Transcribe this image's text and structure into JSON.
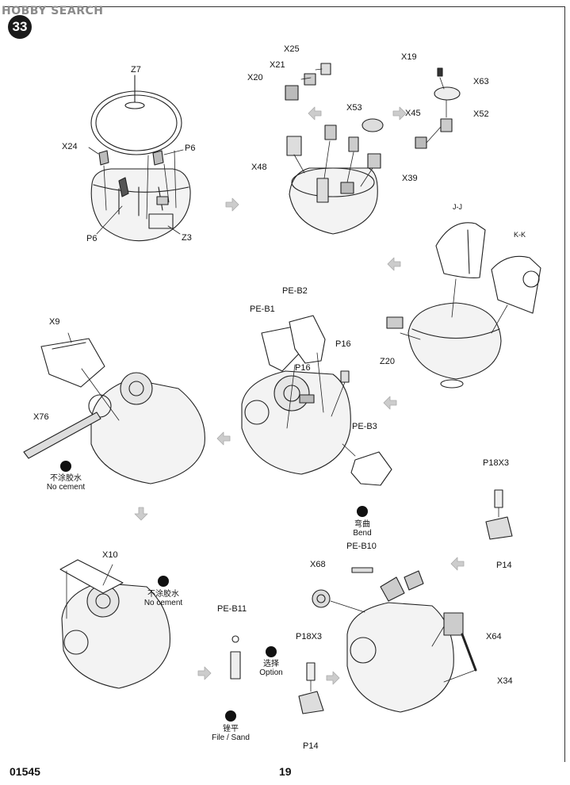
{
  "watermark": "HOBBY SEARCH",
  "step_number": "33",
  "footer": {
    "code": "01545",
    "page": "19"
  },
  "part_labels": {
    "z7": "Z7",
    "x24": "X24",
    "p6_a": "P6",
    "p6_b": "P6",
    "z3": "Z3",
    "x25": "X25",
    "x21": "X21",
    "x20": "X20",
    "x19": "X19",
    "x63": "X63",
    "x53": "X53",
    "x45": "X45",
    "x52": "X52",
    "x48": "X48",
    "x39": "X39",
    "jj": "J-J",
    "kk": "K-K",
    "z20": "Z20",
    "pe_b2": "PE-B2",
    "pe_b1": "PE-B1",
    "p16_a": "P16",
    "p16_b": "P16",
    "pe_b3": "PE-B3",
    "x9": "X9",
    "x76": "X76",
    "p18x3_a": "P18X3",
    "p14_a": "P14",
    "pe_b10": "PE-B10",
    "x68": "X68",
    "x64": "X64",
    "x34": "X34",
    "p18x3_b": "P18X3",
    "p14_b": "P14",
    "x10": "X10",
    "pe_b11": "PE-B11"
  },
  "notes": {
    "no_cement_1": {
      "cn": "不涂胶水",
      "en": "No cement"
    },
    "no_cement_2": {
      "cn": "不涂胶水",
      "en": "No cement"
    },
    "bend": {
      "cn": "弯曲",
      "en": "Bend"
    },
    "option": {
      "cn": "选择",
      "en": "Option"
    },
    "file_sand": {
      "cn": "锉平",
      "en": "File / Sand"
    }
  }
}
